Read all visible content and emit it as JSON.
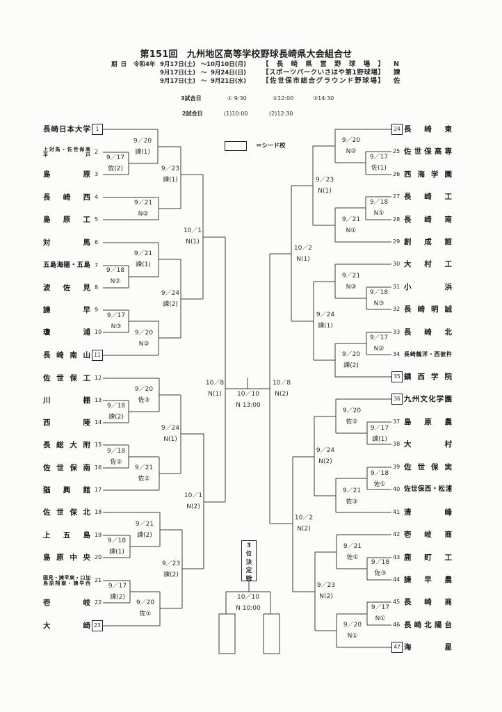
{
  "header": {
    "title": "第151回　九州地区高等学校野球長崎県大会組合せ",
    "period_label": "期日",
    "era": "令和4年",
    "schedule": [
      {
        "start": "9月17日(土)",
        "sep": "～",
        "end": "10月10日(月)",
        "venue": "【長崎県営野球場】",
        "code": "N"
      },
      {
        "start": "9月17日(土)",
        "sep": "～",
        "end": "9月24日(日)",
        "venue": "【スポーツパークいさはや第1野球場】",
        "code": "諫"
      },
      {
        "start": "9月17日(土)",
        "sep": "～",
        "end": "9月21日(水)",
        "venue": "【佐世保市総合グラウンド野球場】",
        "code": "佐"
      }
    ],
    "game_times": [
      {
        "label": "3試合日",
        "slots": [
          "① 9:30",
          "②12:00",
          "③14:30"
        ]
      },
      {
        "label": "2試合日",
        "slots": [
          "(1)10:00",
          "(2)12:30"
        ]
      }
    ]
  },
  "legend": {
    "seed_label": "＝シード校"
  },
  "teams": [
    {
      "no": "1",
      "name": "長崎日本大学",
      "seed": true
    },
    {
      "no": "2",
      "name_lines": [
        "上対馬・佐世保商",
        "平戸"
      ],
      "seed": false
    },
    {
      "no": "3",
      "name": "島原",
      "seed": false
    },
    {
      "no": "4",
      "name": "長崎西",
      "seed": false
    },
    {
      "no": "5",
      "name": "島原工",
      "seed": false
    },
    {
      "no": "6",
      "name": "対馬",
      "seed": false
    },
    {
      "no": "7",
      "name": "五島海陽・五島",
      "seed": false
    },
    {
      "no": "8",
      "name": "波佐見",
      "seed": false
    },
    {
      "no": "9",
      "name": "諫早",
      "seed": false
    },
    {
      "no": "10",
      "name": "瓊浦",
      "seed": false
    },
    {
      "no": "11",
      "name": "長崎南山",
      "seed": true
    },
    {
      "no": "12",
      "name": "佐世保工",
      "seed": false
    },
    {
      "no": "13",
      "name": "川棚",
      "seed": false
    },
    {
      "no": "14",
      "name": "西陵",
      "seed": false
    },
    {
      "no": "15",
      "name": "長総大附",
      "seed": false
    },
    {
      "no": "16",
      "name": "佐世保南",
      "seed": false
    },
    {
      "no": "17",
      "name": "猶興館",
      "seed": false
    },
    {
      "no": "18",
      "name": "佐世保北",
      "seed": false
    },
    {
      "no": "19",
      "name": "上五島",
      "seed": false
    },
    {
      "no": "20",
      "name": "島原中央",
      "seed": false
    },
    {
      "no": "21",
      "name_lines": [
        "国見・諫早東・口加",
        "島原翔南・諫早西"
      ],
      "seed": false
    },
    {
      "no": "22",
      "name": "壱岐",
      "seed": false
    },
    {
      "no": "23",
      "name": "大崎",
      "seed": true
    },
    {
      "no": "24",
      "name": "長崎東",
      "seed": true
    },
    {
      "no": "25",
      "name": "佐世保高専",
      "seed": false
    },
    {
      "no": "26",
      "name": "西海学園",
      "seed": false
    },
    {
      "no": "27",
      "name": "長崎工",
      "seed": false
    },
    {
      "no": "28",
      "name": "長崎南",
      "seed": false
    },
    {
      "no": "29",
      "name": "創成館",
      "seed": false
    },
    {
      "no": "30",
      "name": "大村工",
      "seed": false
    },
    {
      "no": "31",
      "name": "小浜",
      "seed": false
    },
    {
      "no": "32",
      "name": "長崎明誠",
      "seed": false
    },
    {
      "no": "33",
      "name": "長崎北",
      "seed": false
    },
    {
      "no": "34",
      "name": "長崎鶴洋・西彼杵",
      "seed": false
    },
    {
      "no": "35",
      "name": "鎮西学院",
      "seed": true
    },
    {
      "no": "36",
      "name": "九州文化学園",
      "seed": true
    },
    {
      "no": "37",
      "name": "島原農",
      "seed": false
    },
    {
      "no": "38",
      "name": "大村",
      "seed": false
    },
    {
      "no": "39",
      "name": "佐世保実",
      "seed": false
    },
    {
      "no": "40",
      "name": "佐世保西・松浦",
      "seed": false
    },
    {
      "no": "41",
      "name": "清峰",
      "seed": false
    },
    {
      "no": "42",
      "name": "壱岐商",
      "seed": false
    },
    {
      "no": "43",
      "name": "鹿町工",
      "seed": false
    },
    {
      "no": "44",
      "name": "諫早農",
      "seed": false
    },
    {
      "no": "45",
      "name": "長崎商",
      "seed": false
    },
    {
      "no": "46",
      "name": "長崎北陽台",
      "seed": false
    },
    {
      "no": "47",
      "name": "海星",
      "seed": true
    }
  ],
  "matches": {
    "L1": {
      "date": "9／17",
      "venue": "佐(2)"
    },
    "L2": {
      "date": "9／20",
      "venue": "諫(1)"
    },
    "L3": {
      "date": "9／21",
      "venue": "N②"
    },
    "L4": {
      "date": "9／23",
      "venue": "諫(1)"
    },
    "L5": {
      "date": "9／18",
      "venue": "N②"
    },
    "L6": {
      "date": "9／21",
      "venue": "諫(1)"
    },
    "L7": {
      "date": "9／17",
      "venue": "N③"
    },
    "L8": {
      "date": "9／20",
      "venue": "N③"
    },
    "L9": {
      "date": "9／24",
      "venue": "諫(2)"
    },
    "L10": {
      "date": "10／1",
      "venue": "N(1)"
    },
    "L11": {
      "date": "9／18",
      "venue": "諫(2)"
    },
    "L12": {
      "date": "9／20",
      "venue": "佐③"
    },
    "L13": {
      "date": "9／18",
      "venue": "佐②"
    },
    "L14": {
      "date": "9／21",
      "venue": "佐②"
    },
    "L15": {
      "date": "9／24",
      "venue": "N(1)"
    },
    "L16": {
      "date": "9／18",
      "venue": "諫(1)"
    },
    "L17": {
      "date": "9／21",
      "venue": "諫(2)"
    },
    "L18": {
      "date": "9／17",
      "venue": "諫(2)"
    },
    "L19": {
      "date": "9／20",
      "venue": "佐①"
    },
    "L20": {
      "date": "9／23",
      "venue": "諫(2)"
    },
    "L21": {
      "date": "10／1",
      "venue": "N(2)"
    },
    "L22": {
      "date": "10／8",
      "venue": "N(1)"
    },
    "R1": {
      "date": "9／17",
      "venue": "佐(1)"
    },
    "R2": {
      "date": "9／20",
      "venue": "N②"
    },
    "R3": {
      "date": "9／18",
      "venue": "N①"
    },
    "R4": {
      "date": "9／21",
      "venue": "N①"
    },
    "R5": {
      "date": "9／23",
      "venue": "N(1)"
    },
    "R6": {
      "date": "9／18",
      "venue": "N③"
    },
    "R7": {
      "date": "9／21",
      "venue": "N③"
    },
    "R8": {
      "date": "9／17",
      "venue": "N②"
    },
    "R9": {
      "date": "9／20",
      "venue": "諫(2)"
    },
    "R10": {
      "date": "9／24",
      "venue": "諫(1)"
    },
    "R11": {
      "date": "10／2",
      "venue": "N(1)"
    },
    "R12": {
      "date": "9／17",
      "venue": "諫(1)"
    },
    "R13": {
      "date": "9／20",
      "venue": "佐②"
    },
    "R14": {
      "date": "9／18",
      "venue": "佐①"
    },
    "R15": {
      "date": "9／21",
      "venue": "佐③"
    },
    "R16": {
      "date": "9／24",
      "venue": "N(2)"
    },
    "R17": {
      "date": "9／18",
      "venue": "佐③"
    },
    "R18": {
      "date": "9／21",
      "venue": "佐①"
    },
    "R19": {
      "date": "9／17",
      "venue": "N①"
    },
    "R20": {
      "date": "9／20",
      "venue": "N①"
    },
    "R21": {
      "date": "9／23",
      "venue": "N(2)"
    },
    "R22": {
      "date": "10／2",
      "venue": "N(2)"
    },
    "R23": {
      "date": "10／8",
      "venue": "N(2)"
    }
  },
  "final": {
    "date": "10／10",
    "venue": "N 13:00"
  },
  "third_place": {
    "title": "3位決定戦",
    "date": "10／10",
    "venue": "N 10:00"
  }
}
